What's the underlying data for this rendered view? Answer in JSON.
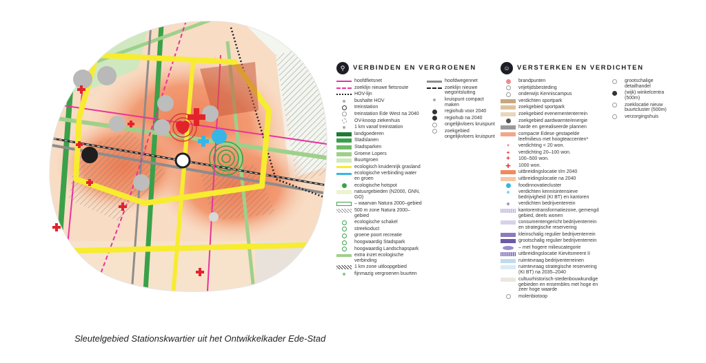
{
  "caption": "Sleutelgebied Stationskwartier uit het Ontwikkelkader Ede-Stad",
  "colors": {
    "orange_heat": "#ef8a5e",
    "peach": "#f6c7a3",
    "green_main": "#3aa14a",
    "green_light": "#9fd08a",
    "yellow_ring": "#f7ec2f",
    "magenta": "#e7339a",
    "red_plus": "#e3232c",
    "hov_gray": "#8c8c8c",
    "dark_rail": "#2d2d2d",
    "cyan": "#37b6e6"
  },
  "legend_left": {
    "title": "VERBINDEN EN VERGROENEN",
    "icon": "bike-icon",
    "col1": [
      {
        "sym": "line-magenta",
        "label": "hoofdfietsnet"
      },
      {
        "sym": "arrow-magenta",
        "label": "zoeklijn nieuwe fietsroute"
      },
      {
        "sym": "dotted-dark",
        "label": "HOV-lijn"
      },
      {
        "sym": "dot-small",
        "label": "bushalte HOV"
      },
      {
        "sym": "ring",
        "label": "treinstation"
      },
      {
        "sym": "ring-thin",
        "label": "treinstation Ede West na 2040"
      },
      {
        "sym": "ring-dash",
        "label": "OV-knoop ziekenhuis"
      },
      {
        "sym": "dot-small",
        "label": "1 km vanaf treinstation"
      },
      {
        "sym": "bar-darkgreen",
        "label": "landgoederen"
      },
      {
        "sym": "bar-green",
        "label": "Stadslanen"
      },
      {
        "sym": "bar-midgreen",
        "label": "Stadsparken"
      },
      {
        "sym": "bar-lightgreen",
        "label": "Groene Lopers"
      },
      {
        "sym": "bar-palegreen",
        "label": "Buurtgroen"
      },
      {
        "sym": "line-yellow",
        "label": "ecologisch kruidenrijk grasland"
      },
      {
        "sym": "line-cyan",
        "label": "ecologische verbinding water en groen"
      },
      {
        "sym": "dot-green",
        "label": "ecologische hotspot"
      },
      {
        "sym": "bar-paleyellow",
        "label": "natuurgebieden (N2000, GNN, GO)"
      },
      {
        "sym": "outline-green",
        "label": "– waarvan Natura 2000–gebied"
      },
      {
        "sym": "hatch",
        "label": "500 m zone Natura 2000–gebied"
      },
      {
        "sym": "ring-green",
        "label": "ecologische schakel"
      },
      {
        "sym": "ring-green",
        "label": "streekoduct"
      },
      {
        "sym": "ring-green",
        "label": "groene poort recreatie"
      },
      {
        "sym": "ring-green",
        "label": "hoogwaardig Stadspark"
      },
      {
        "sym": "ring-green",
        "label": "hoogwaardig Landschapspark"
      },
      {
        "sym": "arrow-green",
        "label": "extra inzet ecologische verbinding"
      },
      {
        "sym": "hatch-dark",
        "label": "1 km zone uitloopgebied"
      },
      {
        "sym": "plus-green",
        "label": "fijnmazig vergroenen buurten"
      }
    ],
    "col2": [
      {
        "sym": "line-gray",
        "label": "hoofdwegennet"
      },
      {
        "sym": "dash-dark",
        "label": "zoeklijn nieuwe wegontsluiting"
      },
      {
        "sym": "dot-small",
        "label": "kruispunt compact maken"
      },
      {
        "sym": "dot-dark",
        "label": "regiohub voor 2040"
      },
      {
        "sym": "dot-dark",
        "label": "regiohub na 2040"
      },
      {
        "sym": "ring-thin",
        "label": "ongelijkvloers kruispunt"
      },
      {
        "sym": "ring-thin",
        "label": "zoekgebied ongelijkvloers kruispunt"
      }
    ]
  },
  "legend_right": {
    "title": "VERSTERKEN EN VERDICHTEN",
    "icon": "people-icon",
    "col1": [
      {
        "sym": "dot-pink",
        "label": "brandpunten"
      },
      {
        "sym": "ring-thin",
        "label": "vrijetijdsbesteding"
      },
      {
        "sym": "ring-thin",
        "label": "onderwijs Kenniscampus"
      },
      {
        "sym": "bar-tan",
        "label": "verdichten sportpark"
      },
      {
        "sym": "bar-tan2",
        "label": "zoekgebied sportpark"
      },
      {
        "sym": "bar-tan3",
        "label": "zoekgebied evenemententerrein"
      },
      {
        "sym": "dot-gray",
        "label": "zoekgebied aardwarmte/energie"
      },
      {
        "sym": "bar-gray",
        "label": "harde en gerealiseerde plannen"
      },
      {
        "sym": "bar-salmon",
        "label": "compacte Edese gestapelde leefmilieus met hoogteaccenten*"
      },
      {
        "sym": "plus-xs",
        "label": "verdichting < 20 won."
      },
      {
        "sym": "plus-s",
        "label": "verdichting 20–100 won."
      },
      {
        "sym": "plus-m",
        "label": "100–500 won."
      },
      {
        "sym": "plus-l",
        "label": "1000 won."
      },
      {
        "sym": "bar-orange",
        "label": "uitbreidingslocatie t/m 2040"
      },
      {
        "sym": "bar-peach",
        "label": "uitbreidingslocatie na 2040"
      },
      {
        "sym": "dot-cyan",
        "label": "foodinnovatiecluster"
      },
      {
        "sym": "plus-cyan",
        "label": "verdichten kennisintensieve bedrijvigheid (KI BT) en kantoren"
      },
      {
        "sym": "plus-purple",
        "label": "verdichten bedrijventerrein"
      },
      {
        "sym": "bar-lav",
        "label": "kantorentransformatiezone, gemengd gebied, deels wonen"
      },
      {
        "sym": "bar-lav2",
        "label": "consumentengericht bedrijventerrein en strategische reservering"
      },
      {
        "sym": "bar-purple",
        "label": "kleinschalig regulier bedrijventerrein"
      },
      {
        "sym": "bar-purple2",
        "label": "grootschalig regulier bedrijventerrein"
      },
      {
        "sym": "ellipse-purple",
        "label": "– met hogere milieucategorie"
      },
      {
        "sym": "bar-purple3",
        "label": "uitbreidingslocatie Kievitsmeent II"
      },
      {
        "sym": "bar-lightblue",
        "label": "ruimtevraag bedrijventerreinen"
      },
      {
        "sym": "bar-lightblue2",
        "label": "ruimtevraag strategische reservering (KI BT) na 2035–2040"
      },
      {
        "sym": "bar-pale",
        "label": "cultuurhistorisch-stedenbouwkundige gebieden en ensembles met hoge en zeer hoge waarde"
      },
      {
        "sym": "ring-thin",
        "label": "molenbiotoop"
      }
    ],
    "col2": [
      {
        "sym": "ring-thin",
        "label": "grootschalige detailhandel"
      },
      {
        "sym": "dot-dark",
        "label": "(wijk) winkelcentra (500m)"
      },
      {
        "sym": "ring-thin",
        "label": "zoeklocatie nieuw buurtcluster (500m)"
      },
      {
        "sym": "ring-thin",
        "label": "verzorgingshuis"
      }
    ]
  }
}
